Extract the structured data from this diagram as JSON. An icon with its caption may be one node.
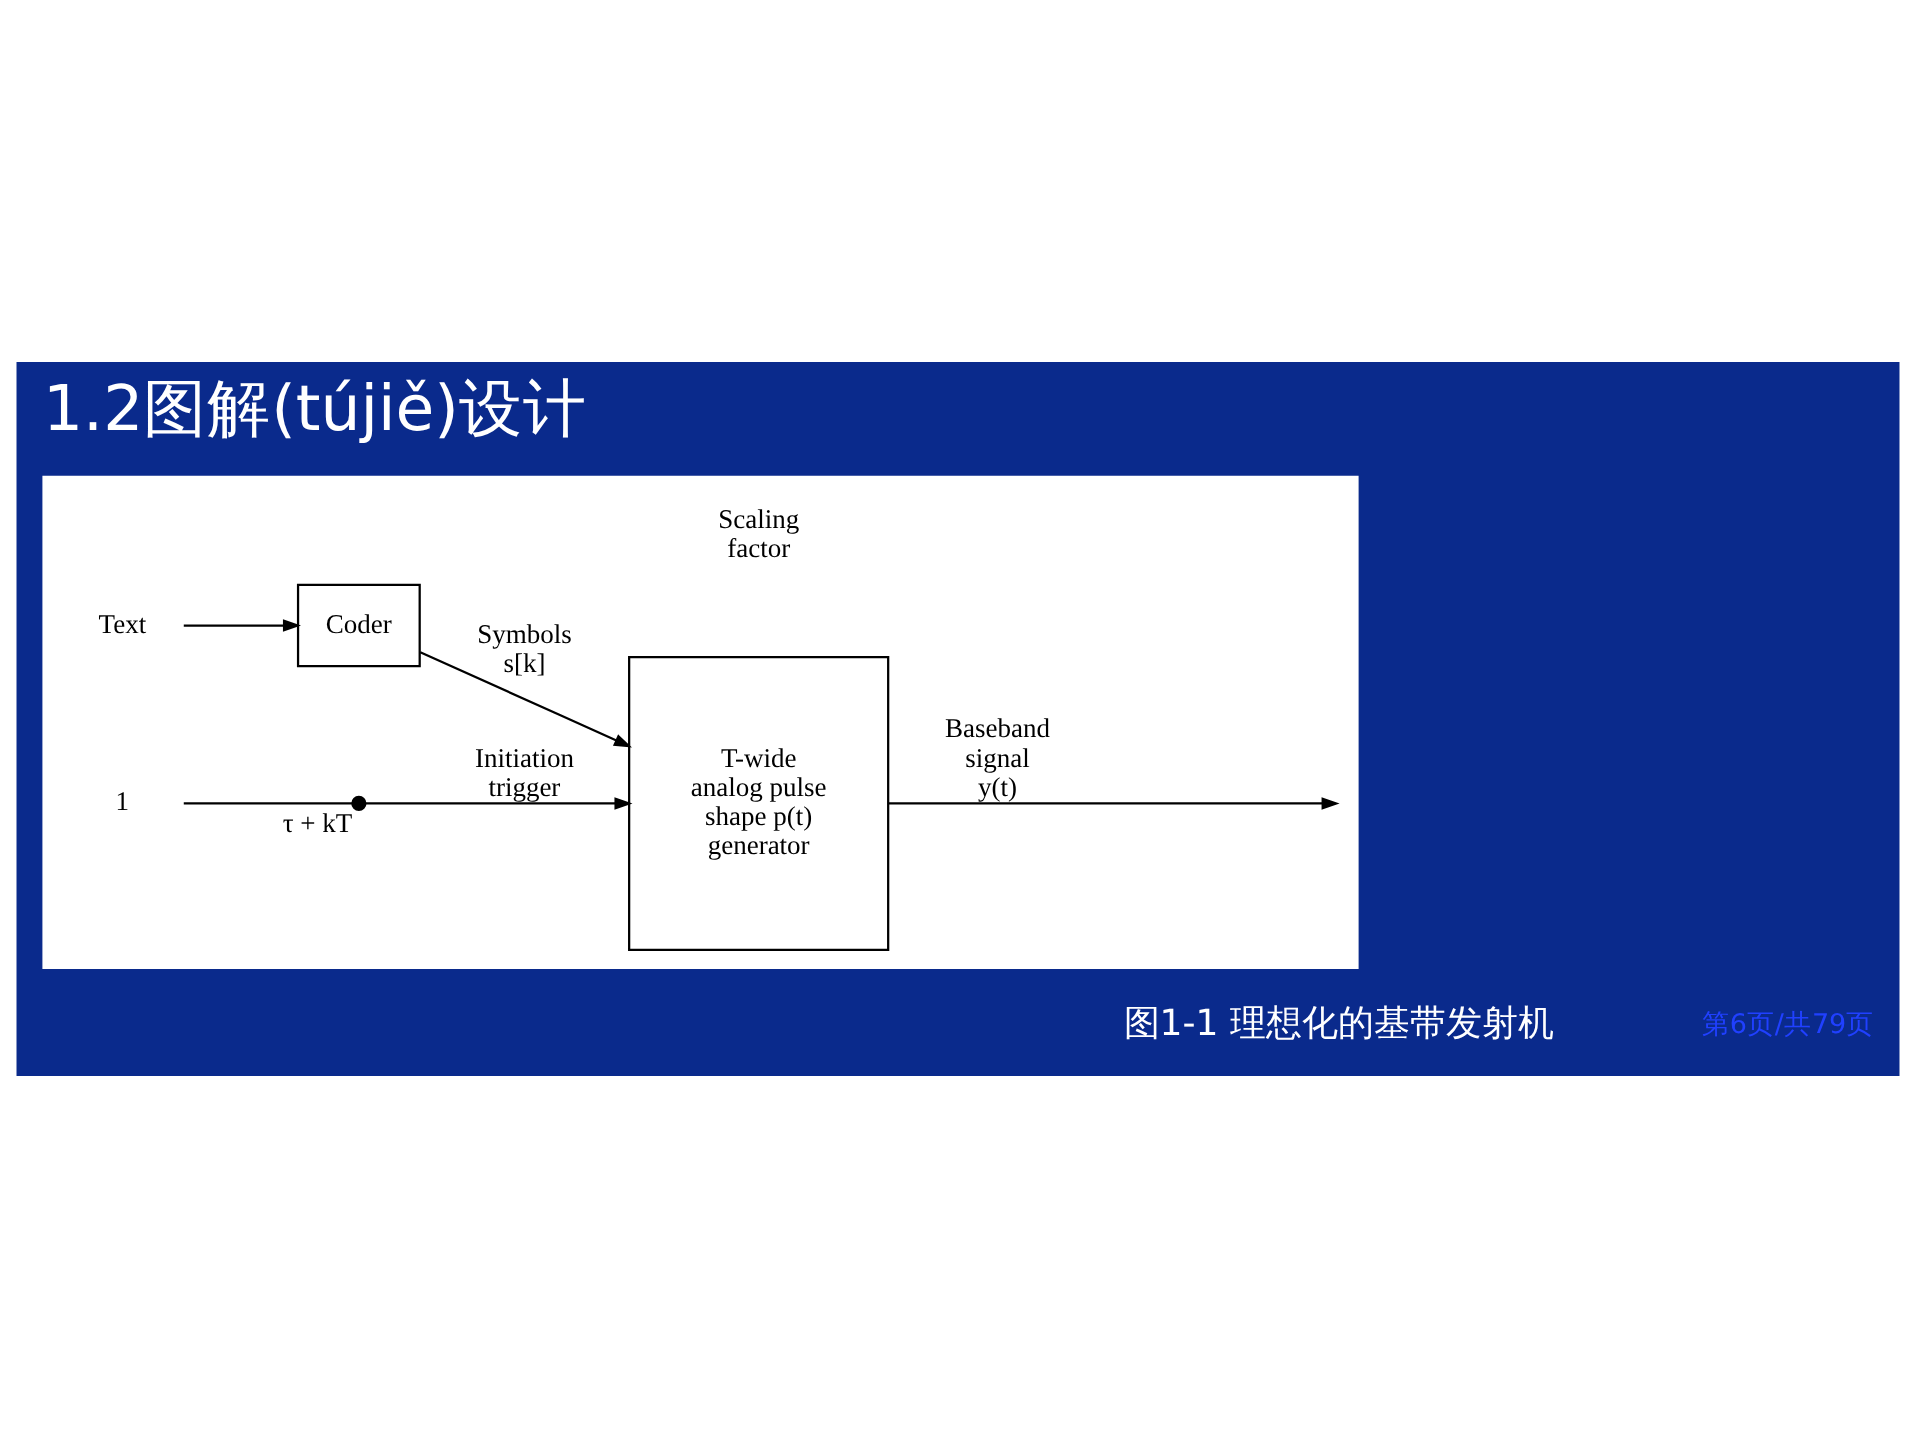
{
  "diagram": {
    "title": "1.2图解(tújiě)设计",
    "caption": "图1-1 理想化的基带发射机",
    "nodes": [
      {
        "text": [],
        "shape": "box"
      },
      {
        "text": [
          "Text"
        ],
        "in": 0
      },
      {
        "text": [
          "Coder"
        ],
        "in": 0
      },
      {
        "text": [
          "1"
        ],
        "in": 0
      },
      {
        "text": [],
        "shape": "switch",
        "beside": [
          "τ + kT"
        ],
        "in": 0
      },
      {
        "text": [
          "T-wide analog pulse shape p(t) generator"
        ],
        "in": 0
      }
    ],
    "edges": [
      {
        "from": 1,
        "to": 2,
        "arrow": "to"
      },
      {
        "from": 2,
        "to": 5,
        "arrow": "to",
        "label": "Symbols s[k]"
      },
      {
        "from": 3,
        "to": 4,
        "arrow": "none"
      },
      {
        "from": 4,
        "to": 5,
        "arrow": "to",
        "label": "Initiation trigger"
      },
      {
        "from": 5,
        "to": null,
        "arrow": "to",
        "label": "Baseband signal y(t)"
      }
    ],
    "labels": [
      "Scaling factor",
      "第6页/共79页"
    ]
  }
}
